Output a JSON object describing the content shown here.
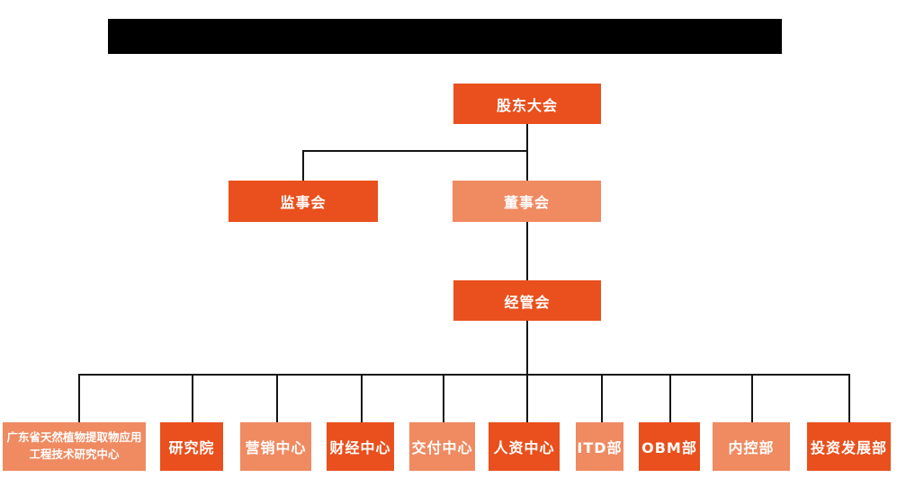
{
  "colors": {
    "dark_orange": "#E9501D",
    "light_orange": "#F08A61",
    "connector": "#141414",
    "node_text": "#FFFFFF",
    "redacted_bar": "#000000",
    "background": "#FFFFFF"
  },
  "org_chart": {
    "root": {
      "label": "股东大会",
      "variant": "dark"
    },
    "level2": [
      {
        "label": "监事会",
        "variant": "dark"
      },
      {
        "label": "董事会",
        "variant": "light"
      }
    ],
    "level3": [
      {
        "label": "经管会",
        "variant": "dark"
      }
    ],
    "departments": [
      {
        "label": "广东省天然植物提取物应用工程技术研究中心",
        "variant": "light"
      },
      {
        "label": "研究院",
        "variant": "dark"
      },
      {
        "label": "营销中心",
        "variant": "light"
      },
      {
        "label": "财经中心",
        "variant": "dark"
      },
      {
        "label": "交付中心",
        "variant": "light"
      },
      {
        "label": "人资中心",
        "variant": "dark"
      },
      {
        "label": "ITD部",
        "variant": "light"
      },
      {
        "label": "OBM部",
        "variant": "dark"
      },
      {
        "label": "内控部",
        "variant": "light"
      },
      {
        "label": "投资发展部",
        "variant": "dark"
      }
    ]
  }
}
